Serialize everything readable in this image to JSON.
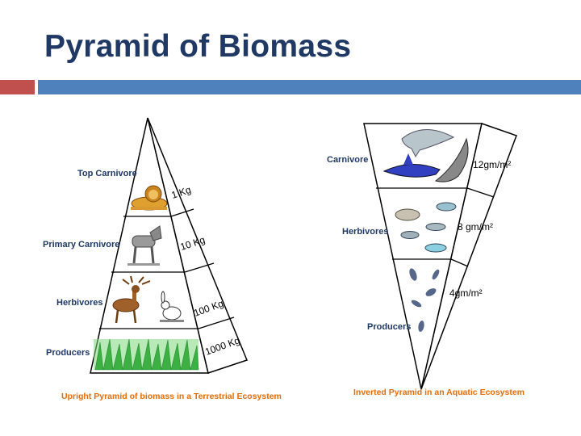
{
  "slide": {
    "title": "Pyramid of Biomass"
  },
  "colors": {
    "title": "#1f3864",
    "accent_red": "#c0504d",
    "accent_blue": "#4f81bd",
    "caption": "#e36c09",
    "grass": "#3cb043"
  },
  "terrestrial": {
    "caption": "Upright Pyramid of biomass in a Terrestrial Ecosystem",
    "levels": [
      {
        "label": "Top Carnivore",
        "value": "1 Kg",
        "icon": "lion-icon"
      },
      {
        "label": "Primary Carnivore",
        "value": "10 Kg",
        "icon": "wolf-icon"
      },
      {
        "label": "Herbivores",
        "value": "100 Kg",
        "icon": "deer-rabbit-icon"
      },
      {
        "label": "Producers",
        "value": "1000 Kg",
        "icon": "grass-icon"
      }
    ]
  },
  "aquatic": {
    "caption": "Inverted Pyramid in an Aquatic Ecosystem",
    "levels": [
      {
        "label": "Carnivore",
        "value": "12gm/m²",
        "icon": "dolphin-shark-icon"
      },
      {
        "label": "Herbivores",
        "value": "8 gm/m²",
        "icon": "small-fish-icon"
      },
      {
        "label": "Producers",
        "value": "4gm/m²",
        "icon": "plankton-icon"
      }
    ]
  }
}
